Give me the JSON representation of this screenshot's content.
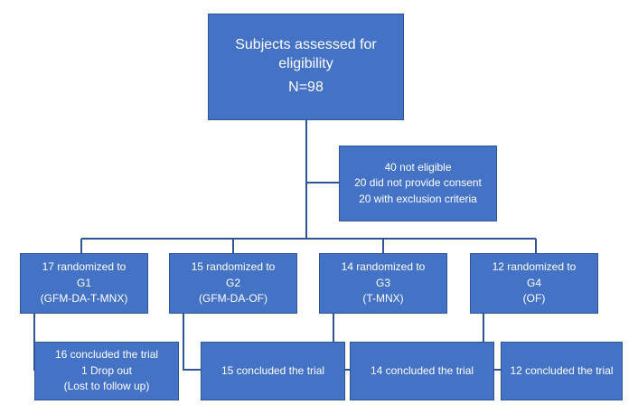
{
  "top": {
    "line1": "Subjects assessed for",
    "line2": "eligibility",
    "n": "N=98"
  },
  "exclusion": {
    "line1": "40 not eligible",
    "line2": "20 did not provide consent",
    "line3": "20 with exclusion criteria"
  },
  "groups": [
    {
      "line1": "17 randomized to",
      "line2": "G1",
      "line3": "(GFM-DA-T-MNX)"
    },
    {
      "line1": "15 randomized to",
      "line2": "G2",
      "line3": "(GFM-DA-OF)"
    },
    {
      "line1": "14 randomized to",
      "line2": "G3",
      "line3": "(T-MNX)"
    },
    {
      "line1": "12 randomized to",
      "line2": "G4",
      "line3": "(OF)"
    }
  ],
  "outcomes": [
    {
      "line1": "16 concluded the trial",
      "line2": "1 Drop out",
      "line3": "(Lost to follow up)"
    },
    {
      "line1": "15 concluded the trial"
    },
    {
      "line1": "14 concluded the trial"
    },
    {
      "line1": "12 concluded the trial"
    }
  ],
  "colors": {
    "box_fill": "#4472C4",
    "box_border": "#2f5597",
    "text": "#ffffff",
    "connector": "#2f5597"
  }
}
